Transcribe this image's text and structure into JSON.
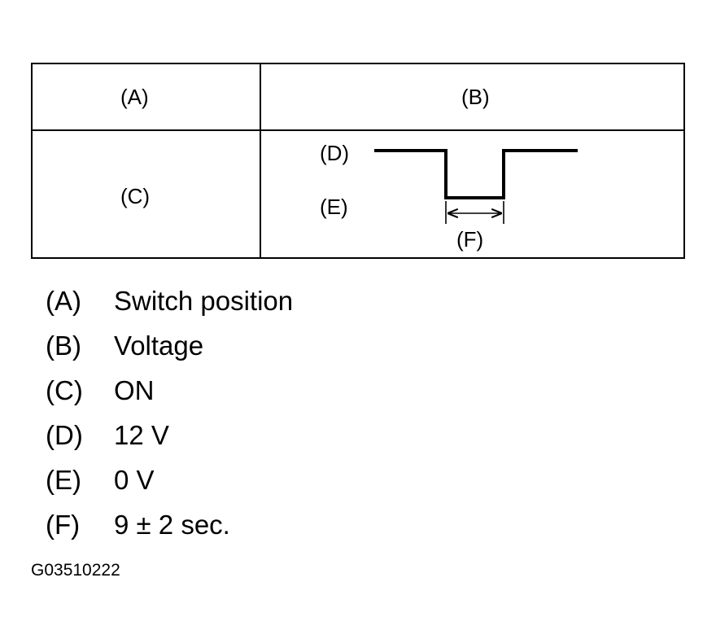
{
  "table": {
    "header_a": "(A)",
    "header_b": "(B)",
    "row_c": "(C)"
  },
  "waveform": {
    "label_d": "(D)",
    "label_e": "(E)",
    "label_f": "(F)",
    "levels": [
      "high",
      "low",
      "high"
    ]
  },
  "legend": {
    "items": [
      {
        "key": "(A)",
        "value": "Switch position"
      },
      {
        "key": "(B)",
        "value": "Voltage"
      },
      {
        "key": "(C)",
        "value": "ON"
      },
      {
        "key": "(D)",
        "value": "12 V"
      },
      {
        "key": "(E)",
        "value": "0 V"
      },
      {
        "key": "(F)",
        "value": "9 ± 2 sec."
      }
    ]
  },
  "figure_id": "G03510222"
}
